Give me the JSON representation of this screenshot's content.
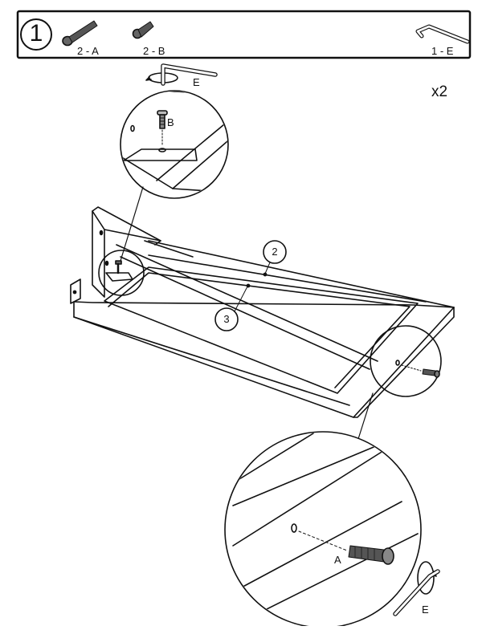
{
  "step": {
    "number": "1",
    "multiplier": "x2"
  },
  "parts": [
    {
      "id": "A",
      "qty_label": "2 - A",
      "icon": "long-bolt-icon"
    },
    {
      "id": "B",
      "qty_label": "2 - B",
      "icon": "short-bolt-icon"
    },
    {
      "id": "E",
      "qty_label": "1 - E",
      "icon": "allen-key-icon"
    }
  ],
  "callouts": {
    "part_2": "2",
    "part_3": "3"
  },
  "detail_labels": {
    "top_tool": "E",
    "top_bolt": "B",
    "bottom_bolt": "A",
    "bottom_tool": "E"
  },
  "colors": {
    "line": "#111111",
    "fill": "#ffffff",
    "bolt": "#444444"
  }
}
